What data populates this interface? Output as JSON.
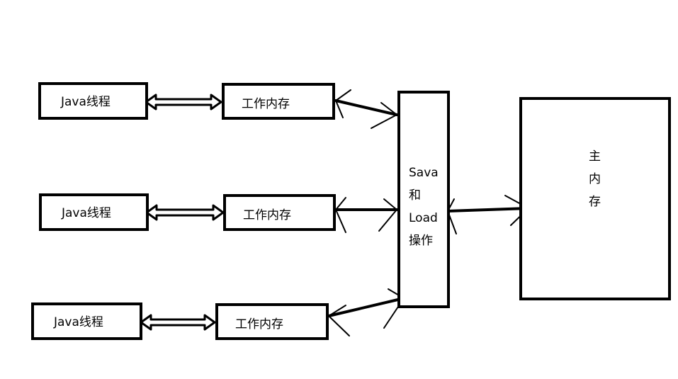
{
  "diagram": {
    "threads": [
      {
        "label": "Java线程"
      },
      {
        "label": "Java线程"
      },
      {
        "label": "Java线程"
      }
    ],
    "working_memory": [
      {
        "label": "工作内存"
      },
      {
        "label": "工作内存"
      },
      {
        "label": "工作内存"
      }
    ],
    "save_load": {
      "lines": [
        "Sava",
        "和",
        "Load",
        "操作"
      ]
    },
    "main_memory": {
      "lines": [
        "主",
        "内",
        "存"
      ]
    },
    "colors": {
      "stroke": "#000000",
      "background": "#ffffff"
    }
  }
}
